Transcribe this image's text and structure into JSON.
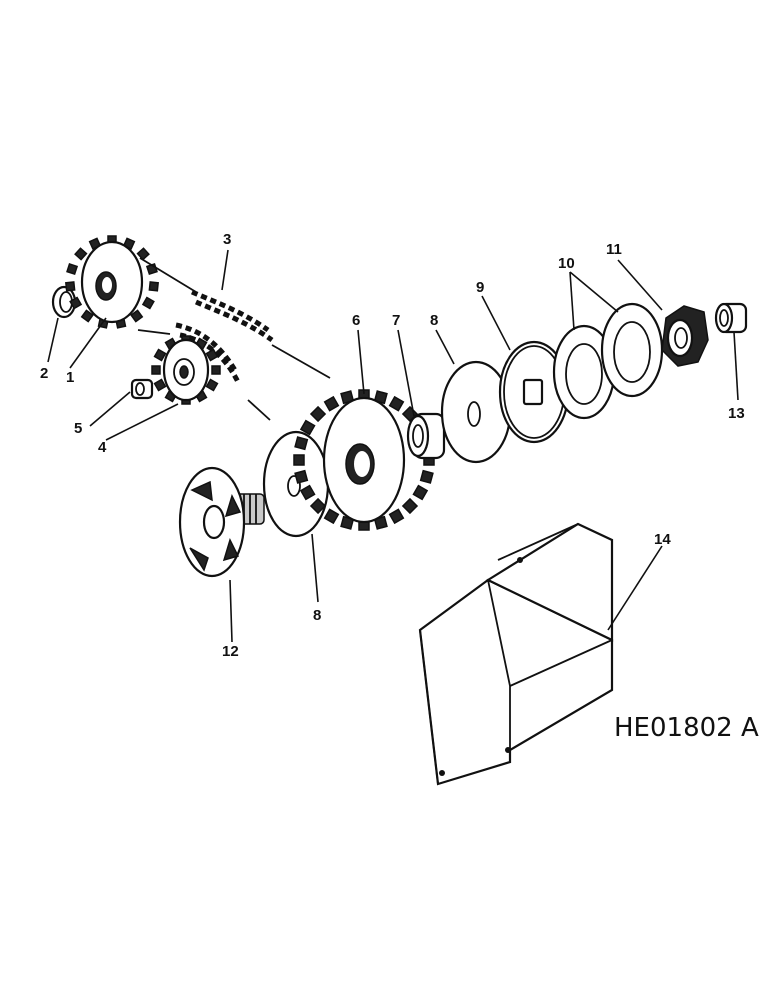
{
  "diagram": {
    "reference_code": "HE01802 A",
    "callouts": [
      {
        "id": "c1",
        "label": "1"
      },
      {
        "id": "c2",
        "label": "2"
      },
      {
        "id": "c3",
        "label": "3"
      },
      {
        "id": "c4",
        "label": "4"
      },
      {
        "id": "c5",
        "label": "5"
      },
      {
        "id": "c6",
        "label": "6"
      },
      {
        "id": "c7",
        "label": "7"
      },
      {
        "id": "c8a",
        "label": "8"
      },
      {
        "id": "c8b",
        "label": "8"
      },
      {
        "id": "c9",
        "label": "9"
      },
      {
        "id": "c10",
        "label": "10"
      },
      {
        "id": "c11",
        "label": "11"
      },
      {
        "id": "c12",
        "label": "12"
      },
      {
        "id": "c13",
        "label": "13"
      },
      {
        "id": "c14",
        "label": "14"
      }
    ]
  }
}
